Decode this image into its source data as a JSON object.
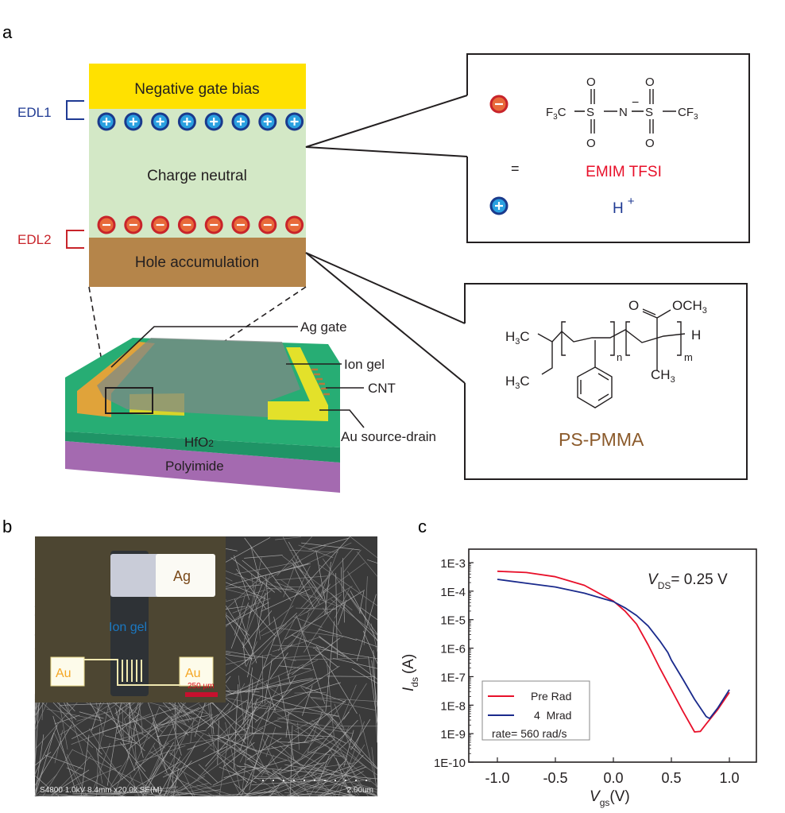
{
  "panel_labels": {
    "a": "a",
    "b": "b",
    "c": "c"
  },
  "panel_a": {
    "layers": {
      "top": "Negative gate bias",
      "middle": "Charge neutral",
      "bottom": "Hole accumulation"
    },
    "edl1": "EDL1",
    "edl2": "EDL2",
    "ion_symbols": {
      "plus": "+",
      "minus": "−"
    },
    "ion_box": {
      "f3c": "F",
      "c": "C",
      "sub3": "3",
      "s": "S",
      "n": "N",
      "o": "O",
      "cf": "CF",
      "neg": "−",
      "equals": "=",
      "name": "EMIM TFSI",
      "proton": "H",
      "proton_charge": "+"
    },
    "polymer_box": {
      "h3c": "H",
      "c": "C",
      "sub3": "3",
      "och3": "OCH",
      "o": "O",
      "ch3": "CH",
      "h": "H",
      "n": "n",
      "m": "m",
      "name": "PS-PMMA"
    },
    "device_labels": {
      "ag_gate": "Ag gate",
      "ion_gel": "Ion gel",
      "cnt": "CNT",
      "au_sd": "Au source-drain",
      "hfo2": "HfO",
      "hfo2_sub": "2",
      "polyimide": "Polyimide"
    },
    "colors": {
      "yellow": "#ffe100",
      "green": "#d3e8c6",
      "brown": "#b5854a",
      "plus": "#1a3a8c",
      "minus": "#c8242a"
    }
  },
  "panel_b": {
    "ag": "Ag",
    "ion_gel": "Ion gel",
    "au_left": "Au",
    "au_right": "Au",
    "scale_bar": "250 μm",
    "sem_info": "S4800 1.0kV 8.4mm x20.0k SE(M)",
    "sem_scale": "2.00um"
  },
  "chart_data": {
    "type": "line",
    "title": "",
    "annotation": {
      "v": "V",
      "sub": "DS",
      "rest": "= 0.25 V"
    },
    "xlabel": {
      "main": "V",
      "sub": "gs",
      "unit": "(V)"
    },
    "ylabel": {
      "main": "I",
      "sub": "ds",
      "unit": "(A)"
    },
    "xlim": [
      -1.25,
      1.25
    ],
    "ylim": [
      1e-10,
      0.002
    ],
    "yscale": "log",
    "x_ticks": [
      -1.0,
      -0.5,
      0.0,
      0.5,
      1.0
    ],
    "x_tick_labels": [
      "-1.0",
      "-0.5",
      "0.0",
      "0.5",
      "1.0"
    ],
    "y_ticks": [
      0.001,
      0.0001,
      1e-05,
      1e-06,
      1e-07,
      1e-08,
      1e-09,
      1e-10
    ],
    "y_tick_labels": [
      "1E-3",
      "1E-4",
      "1E-5",
      "1E-6",
      "1E-7",
      "1E-8",
      "1E-9",
      "1E-10"
    ],
    "legend": {
      "placement": "bottom-left",
      "note": "rate= 560 rad/s"
    },
    "series": [
      {
        "name": "Pre Rad",
        "color": "#e8102a",
        "x": [
          -1.0,
          -0.75,
          -0.5,
          -0.25,
          0.0,
          0.1,
          0.2,
          0.3,
          0.4,
          0.5,
          0.6,
          0.7,
          0.75,
          0.8,
          0.9,
          1.0
        ],
        "y": [
          0.0005,
          0.00045,
          0.00032,
          0.00016,
          4.5e-05,
          2e-05,
          7e-06,
          1.3e-06,
          2e-07,
          3.5e-08,
          6e-09,
          1.15e-09,
          1.2e-09,
          2.2e-09,
          7e-09,
          2.8e-08
        ]
      },
      {
        "name": "4  Mrad",
        "color": "#1a2a8c",
        "x": [
          -1.0,
          -0.75,
          -0.5,
          -0.25,
          0.0,
          0.1,
          0.2,
          0.3,
          0.4,
          0.47,
          0.5,
          0.6,
          0.7,
          0.8,
          0.83,
          0.9,
          1.0
        ],
        "y": [
          0.00026,
          0.00019,
          0.00014,
          8.5e-05,
          4.3e-05,
          2.6e-05,
          1.4e-05,
          6e-06,
          1.8e-06,
          7e-07,
          3.8e-07,
          8e-08,
          1.6e-08,
          4e-09,
          3.4e-09,
          8e-09,
          3.5e-08
        ]
      }
    ]
  }
}
